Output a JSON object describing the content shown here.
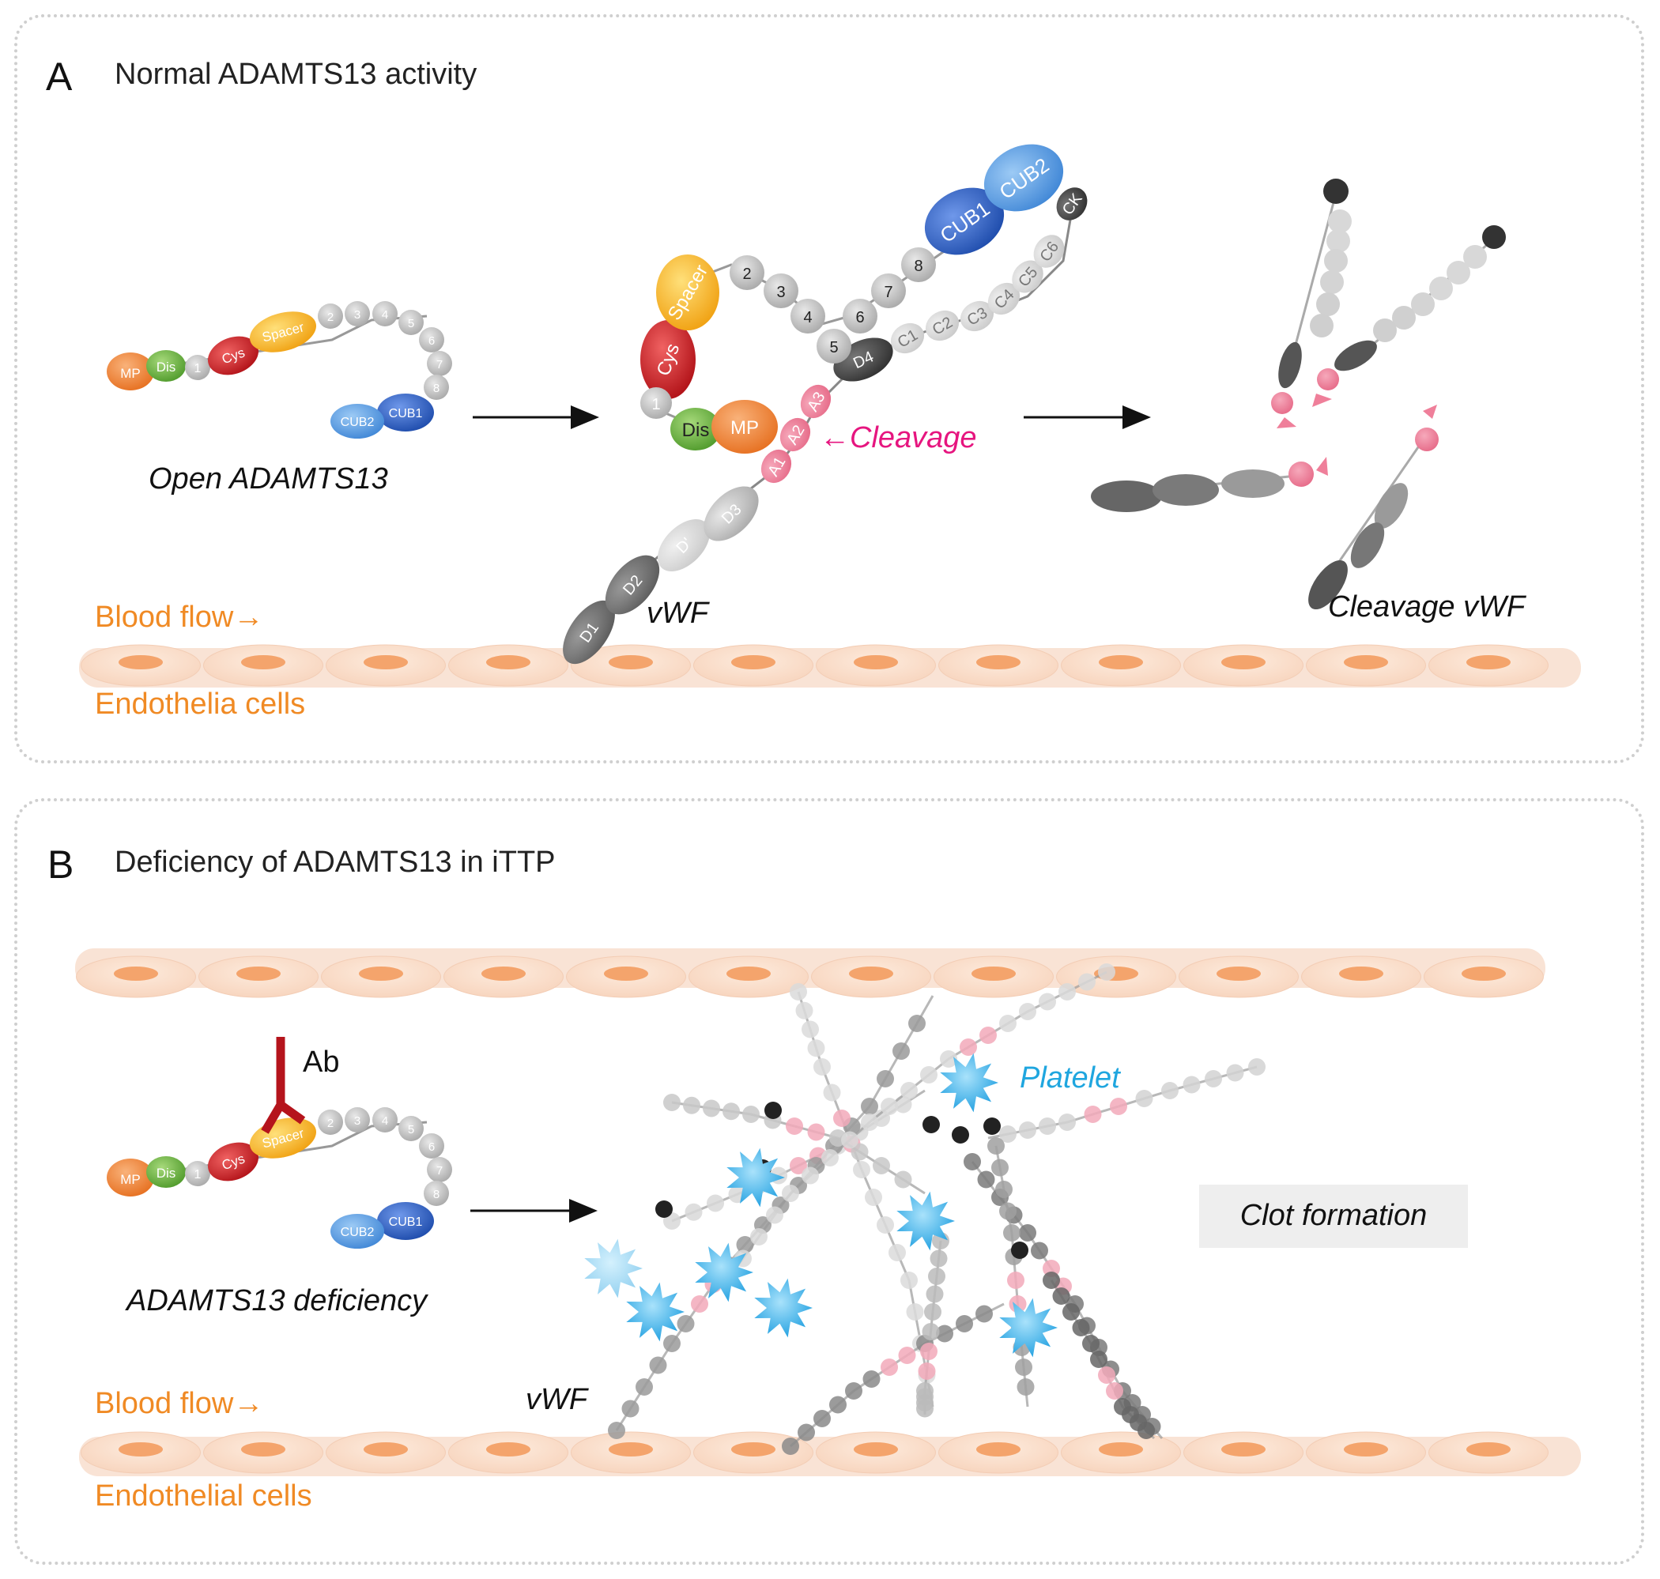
{
  "panel_a": {
    "letter": "A",
    "title": "Normal ADAMTS13 activity",
    "open_label": "Open ADAMTS13",
    "vwf_label": "vWF",
    "cleavage_label": "←Cleavage",
    "cleaved_label": "Cleavage vWF",
    "blood_flow": "Blood flow→",
    "endothelia": "Endothelia cells"
  },
  "panel_b": {
    "letter": "B",
    "title": "Deficiency of ADAMTS13 in iTTP",
    "ab_label": "Ab",
    "platelet_label": "Platelet",
    "deficiency_label": "ADAMTS13 deficiency",
    "vwf_label": "vWF",
    "clot_label": "Clot formation",
    "blood_flow": "Blood flow→",
    "endothelial": "Endothelial cells"
  },
  "domains": {
    "mp": "MP",
    "dis": "Dis",
    "tsp1": "1",
    "cys": "Cys",
    "spacer": "Spacer",
    "tsp": [
      "2",
      "3",
      "4",
      "5",
      "6",
      "7",
      "8"
    ],
    "cub1": "CUB1",
    "cub2": "CUB2",
    "vwf": [
      "D1",
      "D2",
      "D'",
      "D3",
      "A1",
      "A2",
      "A3",
      "D4",
      "C1",
      "C2",
      "C3",
      "C4",
      "C5",
      "C6",
      "CK"
    ]
  },
  "colors": {
    "mp": "#f08a3c",
    "dis": "#6fb542",
    "cys": "#d2262c",
    "spacer": "#f6b51f",
    "cub1": "#2f66c4",
    "cub2": "#5a9de0",
    "tsp": "#c8c8c8",
    "a_domain": "#ef7f9a",
    "platelet": "#22a5e3",
    "ab": "#b5141c",
    "cell": "#fbe1cf",
    "nucleus": "#f4a46c",
    "label_orange": "#f08a24",
    "cleavage_magenta": "#e6157f"
  }
}
